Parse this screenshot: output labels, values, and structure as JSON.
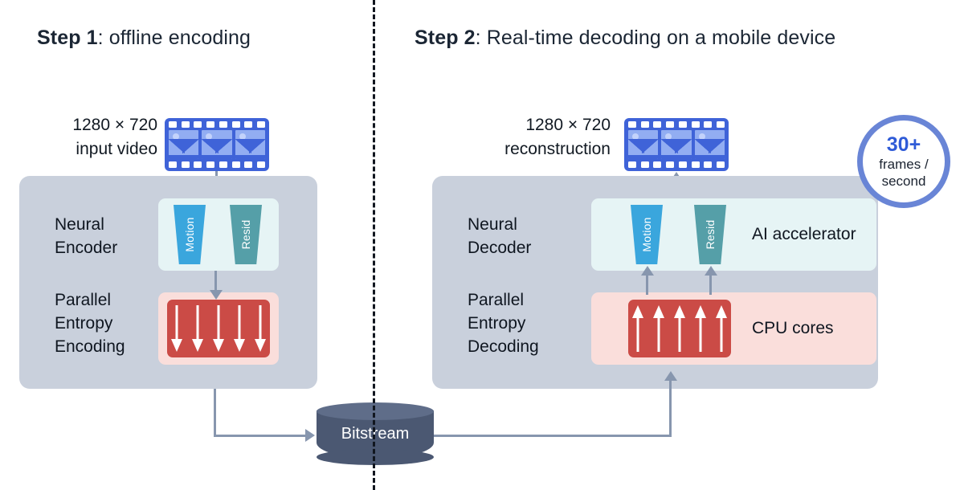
{
  "steps": {
    "step1": {
      "prefix": "Step 1",
      "suffix": ": offline encoding"
    },
    "step2": {
      "prefix": "Step 2",
      "suffix": ": Real-time decoding on a mobile device"
    }
  },
  "io": {
    "input": {
      "resolution": "1280 × 720",
      "caption": "input video",
      "icon": "film-strip-icon"
    },
    "output": {
      "resolution": "1280 × 720",
      "caption": "reconstruction",
      "icon": "film-strip-icon"
    }
  },
  "encoder": {
    "neural_label_line1": "Neural",
    "neural_label_line2": "Encoder",
    "entropy_label_line1": "Parallel",
    "entropy_label_line2": "Entropy",
    "entropy_label_line3": "Encoding",
    "branches": [
      {
        "name": "Motion",
        "color": "#3aa6dd"
      },
      {
        "name": "Resid",
        "color": "#559fa8"
      }
    ],
    "arrow_count": 5,
    "arrow_direction": "down"
  },
  "decoder": {
    "neural_label_line1": "Neural",
    "neural_label_line2": "Decoder",
    "entropy_label_line1": "Parallel",
    "entropy_label_line2": "Entropy",
    "entropy_label_line3": "Decoding",
    "branches": [
      {
        "name": "Motion",
        "color": "#3aa6dd"
      },
      {
        "name": "Resid",
        "color": "#559fa8"
      }
    ],
    "arrow_count": 5,
    "arrow_direction": "up",
    "hardware_neural": "AI accelerator",
    "hardware_entropy": "CPU cores"
  },
  "bitstream": {
    "label": "Bitstream"
  },
  "badge": {
    "value": "30+",
    "line1": "frames /",
    "line2": "second"
  },
  "colors": {
    "container": "#c9d0dc",
    "neural_panel": "#e6f4f5",
    "entropy_panel": "#fadedb",
    "entropy_box": "#cb4b46",
    "motion": "#3aa6dd",
    "resid": "#559fa8",
    "connector": "#8796ae",
    "cylinder": "#4b5872",
    "badge_ring": "#6985d6",
    "badge_value": "#2f5bd7",
    "film": "#3f63d8"
  }
}
